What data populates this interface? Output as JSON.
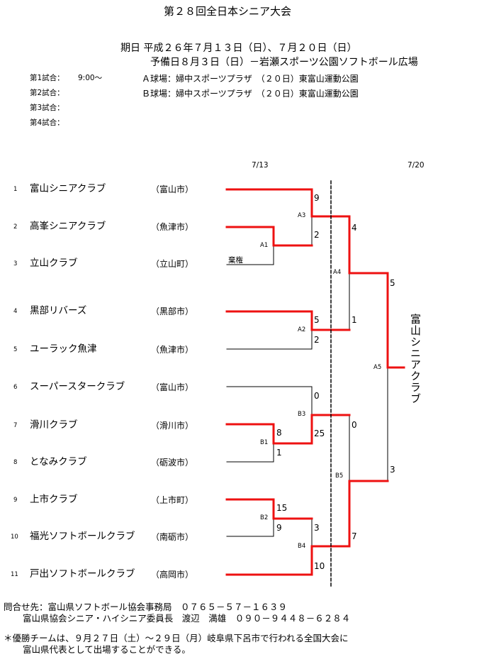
{
  "title": "第２８回全日本シニア大会",
  "schedule": {
    "dates": "期日 平成２６年７月１３日（日）、７月２０日（日）",
    "reserve": "予備日８月３日（日）－岩瀬スポーツ公園ソフトボール広場",
    "games": [
      {
        "label": "第1試合：",
        "time": "9:00～"
      },
      {
        "label": "第2試合：",
        "time": ""
      },
      {
        "label": "第3試合：",
        "time": ""
      },
      {
        "label": "第4試合：",
        "time": ""
      }
    ],
    "venues": [
      "Ａ球場：婦中スポーツプラザ　（２０日）東富山運動公園",
      "Ｂ球場：婦中スポーツプラザ　（２０日）東富山運動公園"
    ]
  },
  "round_dates": [
    "7/13",
    "7/20"
  ],
  "teams": [
    {
      "no": "1",
      "name": "富山シニアクラブ",
      "city": "（富山市）"
    },
    {
      "no": "2",
      "name": "高峯シニアクラブ",
      "city": "（魚津市）"
    },
    {
      "no": "3",
      "name": "立山クラブ",
      "city": "（立山町）"
    },
    {
      "no": "4",
      "name": "黒部リバーズ",
      "city": "（黒部市）"
    },
    {
      "no": "5",
      "name": "ユーラック魚津",
      "city": "（魚津市）"
    },
    {
      "no": "6",
      "name": "スーパースタークラブ",
      "city": "（富山市）"
    },
    {
      "no": "7",
      "name": "滑川クラブ",
      "city": "（滑川市）"
    },
    {
      "no": "8",
      "name": "となみクラブ",
      "city": "（砺波市）"
    },
    {
      "no": "9",
      "name": "上市クラブ",
      "city": "（上市町）"
    },
    {
      "no": "10",
      "name": "福光ソフトボールクラブ",
      "city": "（南砺市）"
    },
    {
      "no": "11",
      "name": "戸出ソフトボールクラブ",
      "city": "（高岡市）"
    }
  ],
  "matches": [
    {
      "id": "A1",
      "scores": [],
      "note": "棄権"
    },
    {
      "id": "A2",
      "scores": [
        "5",
        "2"
      ]
    },
    {
      "id": "A3",
      "scores": [
        "9",
        "2"
      ]
    },
    {
      "id": "A4",
      "scores": [
        "4",
        "1"
      ]
    },
    {
      "id": "A5",
      "scores": [
        "5",
        "3"
      ]
    },
    {
      "id": "B1",
      "scores": [
        "8",
        "1"
      ]
    },
    {
      "id": "B2",
      "scores": [
        "15",
        "9"
      ]
    },
    {
      "id": "B3",
      "scores": [
        "0",
        "25"
      ]
    },
    {
      "id": "B4",
      "scores": [
        "3",
        "10"
      ]
    },
    {
      "id": "B5",
      "scores": [
        "0",
        "7"
      ]
    }
  ],
  "winner": "富山シニアクラブ",
  "colors": {
    "winner_line": "#ee1111",
    "line": "#000000"
  },
  "footer": {
    "contact1": "問合せ先：富山県ソフトボール協会事務局　０７６５－５７－１６３９",
    "contact2": "富山県協会シニア・ハイシニア委員長　渡辺　満雄　０９０－９４４８－６２８４",
    "note1": "＊優勝チームは、９月２７日（土）～２９日（月）岐阜県下呂市で行われる全国大会に",
    "note2": "富山県代表として出場することができる。"
  }
}
